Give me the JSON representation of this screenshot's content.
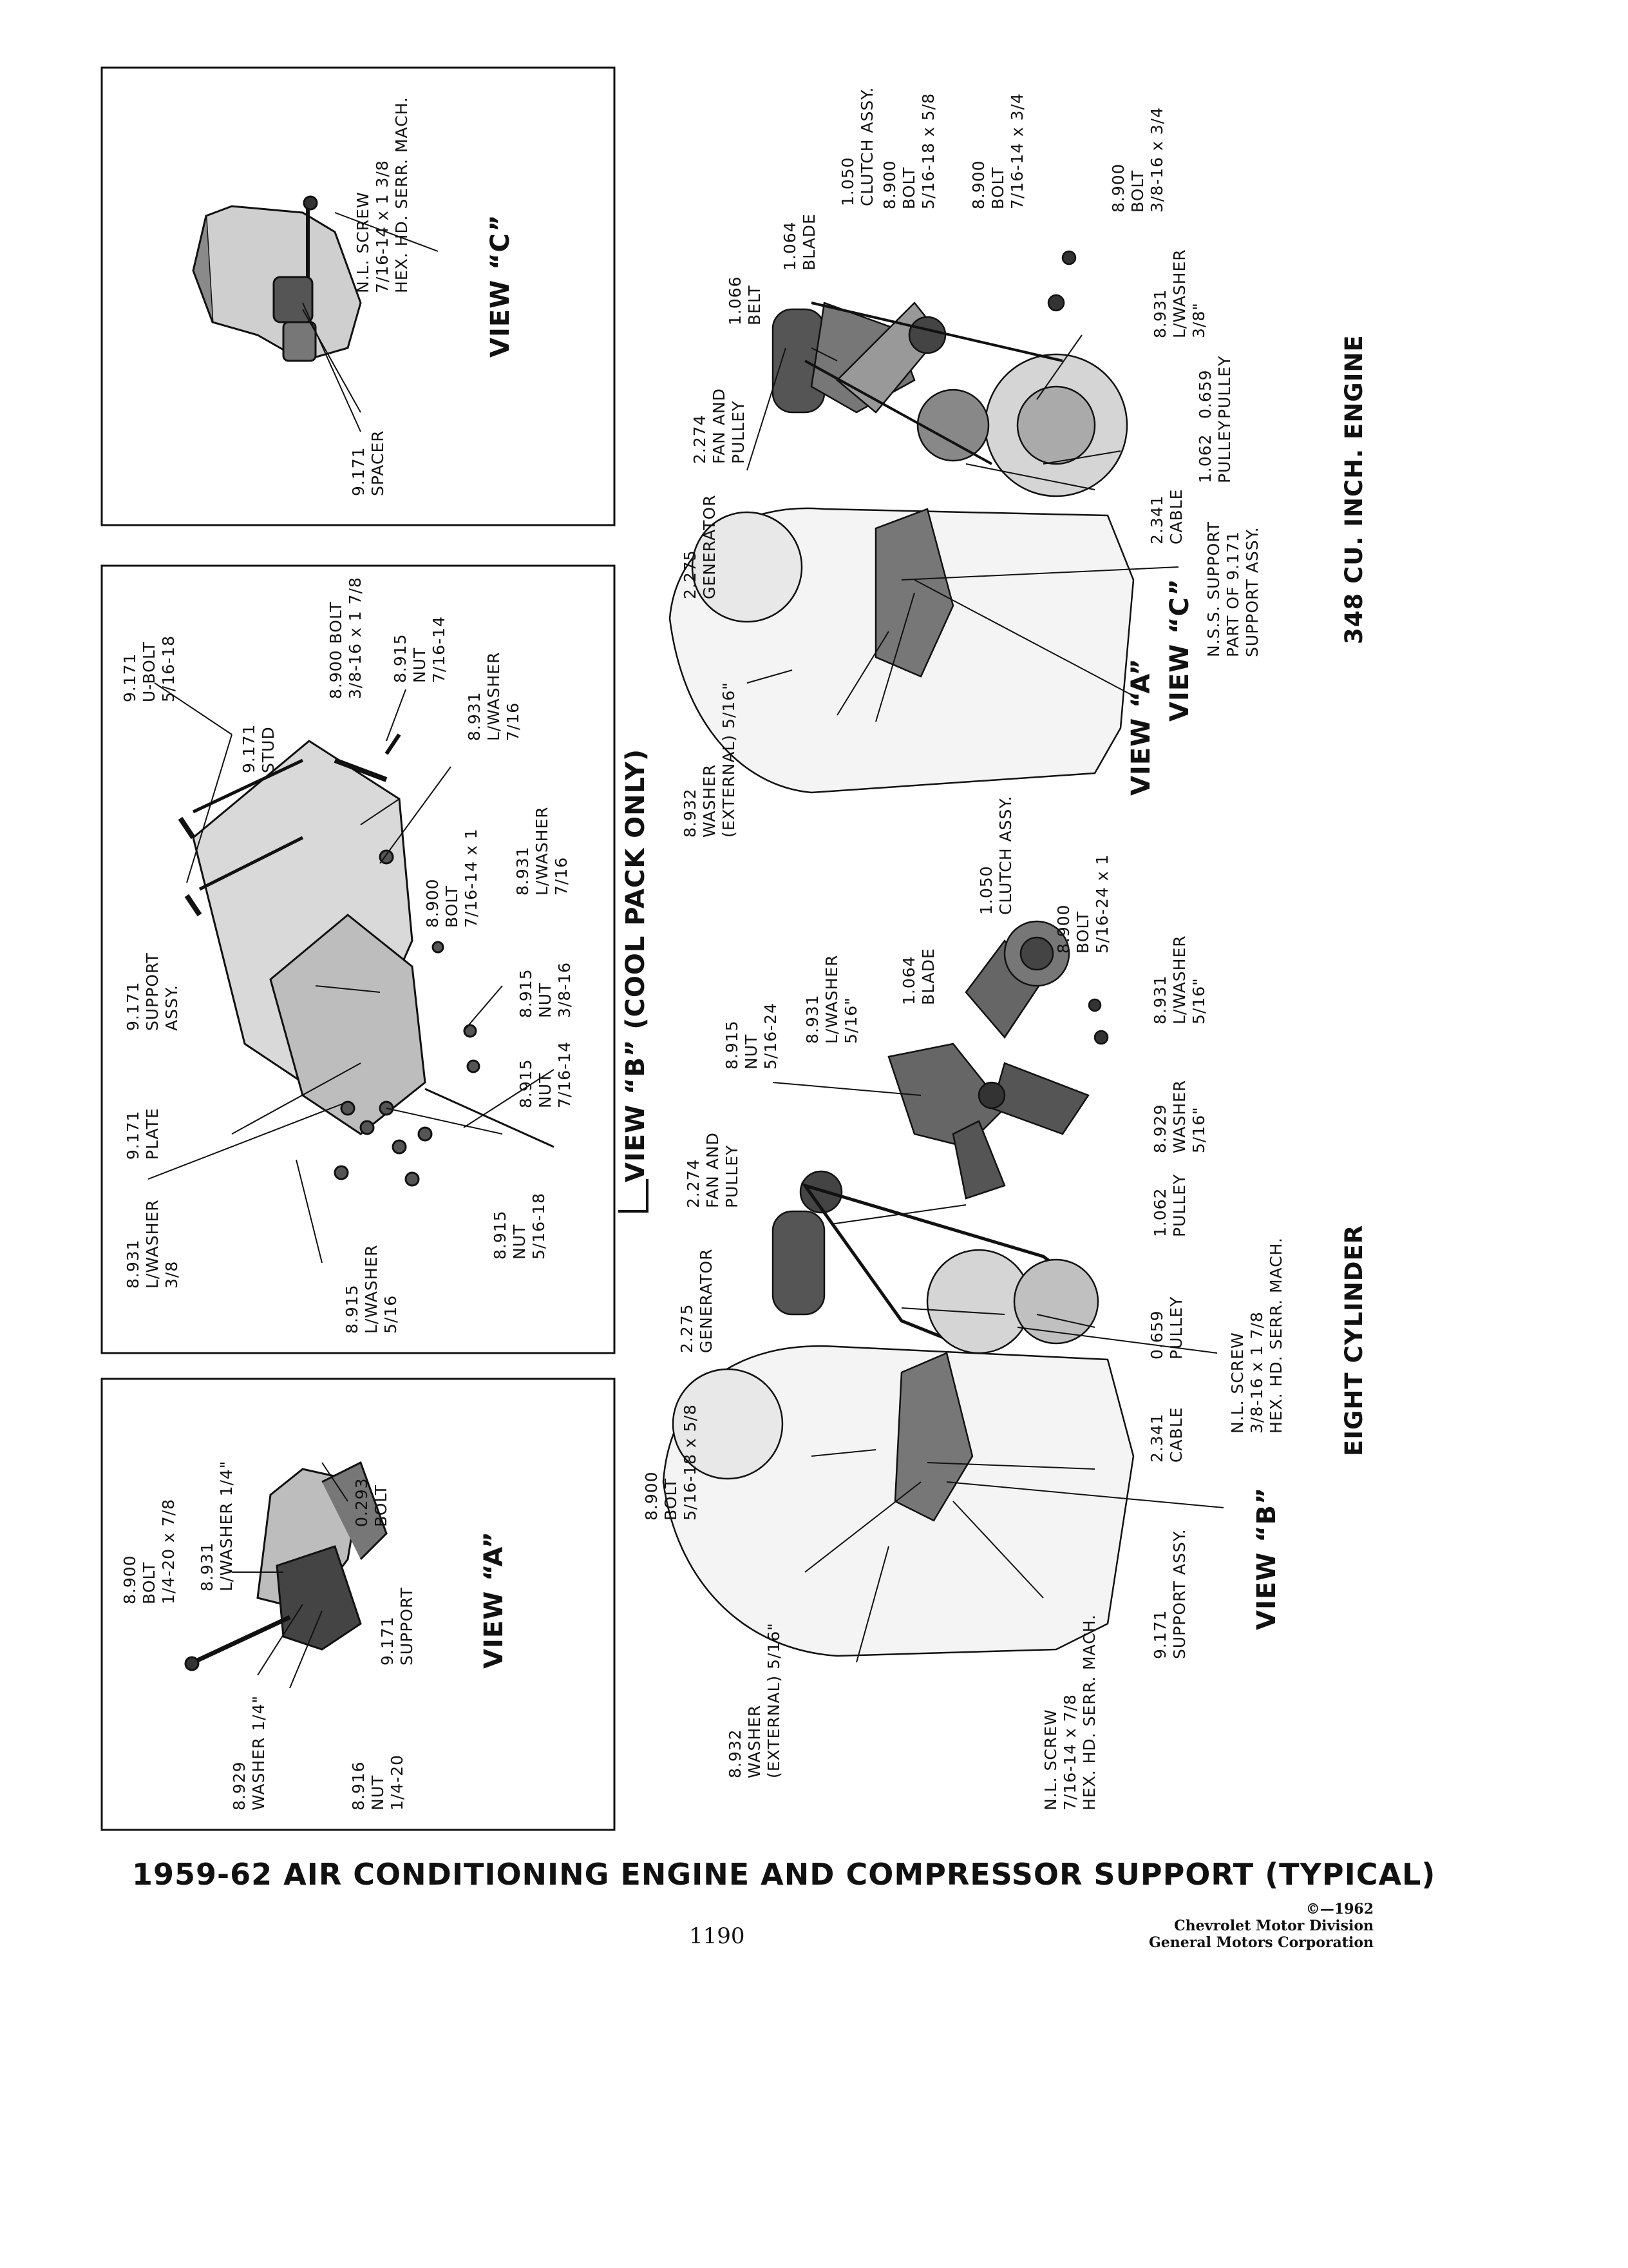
{
  "title": "1959-62 AIR CONDITIONING ENGINE AND COMPRESSOR SUPPORT (TYPICAL)",
  "page_number": "1190",
  "copyright": {
    "line1": "©—1962",
    "line2": "Chevrolet Motor Division",
    "line3": "General Motors Corporation"
  },
  "section_labels": {
    "engine_348": "348 CU. INCH. ENGINE",
    "eight_cylinder": "EIGHT CYLINDER"
  },
  "view_titles": {
    "view_c_box": "VIEW “C”",
    "view_b_box": "VIEW “B” (COOL PACK ONLY)",
    "view_a_box": "VIEW “A”",
    "view_a_ref_upper": "VIEW “A”",
    "view_c_ref_upper": "VIEW “C”",
    "view_b_ref_lower": "VIEW “B”"
  },
  "callouts": {
    "vc_screw": [
      "N.L. SCREW",
      "7/16-14 x 1 3/8",
      "HEX. HD. SERR. MACH."
    ],
    "vc_spacer": [
      "9.171",
      "SPACER"
    ],
    "vb_ubolt": [
      "9.171",
      "U-BOLT",
      "5/16-18"
    ],
    "vb_bolt_top": [
      "8.900 BOLT",
      "3/8-16 x 1 7/8"
    ],
    "vb_nut_top": [
      "8.915",
      "NUT",
      "7/16-14"
    ],
    "vb_lwasher_top": [
      "8.931",
      "L/WASHER",
      "7/16"
    ],
    "vb_stud": [
      "9.171",
      "STUD"
    ],
    "vb_lwasher_mid": [
      "8.931",
      "L/WASHER",
      "7/16"
    ],
    "vb_bolt_mid": [
      "8.900",
      "BOLT",
      "7/16-14 x 1"
    ],
    "vb_support": [
      "9.171",
      "SUPPORT",
      "ASSY."
    ],
    "vb_nut_mid": [
      "8.915",
      "NUT",
      "3/8-16"
    ],
    "vb_plate": [
      "9.171",
      "PLATE"
    ],
    "vb_nut_low": [
      "8.915",
      "NUT",
      "7/16-14"
    ],
    "vb_lwasher_left": [
      "8.931",
      "L/WASHER",
      "3/8"
    ],
    "vb_lwasher_bottom": [
      "8.915",
      "L/WASHER",
      "5/16"
    ],
    "vb_nut_bottom": [
      "8.915",
      "NUT",
      "5/16-18"
    ],
    "va_bolt": [
      "8.900",
      "BOLT",
      "1/4-20 x 7/8"
    ],
    "va_lwasher": [
      "8.931",
      "L/WASHER 1/4\""
    ],
    "va_bolt_right": [
      "0.293",
      "BOLT"
    ],
    "va_support": [
      "9.171",
      "SUPPORT"
    ],
    "va_nut": [
      "8.916",
      "NUT",
      "1/4-20"
    ],
    "va_washer": [
      "8.929",
      "WASHER 1/4\""
    ],
    "u_clutch": [
      "1.050",
      "CLUTCH ASSY."
    ],
    "u_bolt1": [
      "8.900",
      "BOLT",
      "5/16-18 x 5/8"
    ],
    "u_bolt2": [
      "8.900",
      "BOLT",
      "7/16-14 x 3/4"
    ],
    "u_bolt3": [
      "8.900",
      "BOLT",
      "3/8-16 x 3/4"
    ],
    "u_lwasher": [
      "8.931",
      "L/WASHER",
      "3/8\""
    ],
    "u_blade": [
      "1.064",
      "BLADE"
    ],
    "u_belt": [
      "1.066",
      "BELT"
    ],
    "u_fan": [
      "2.274",
      "FAN AND",
      "PULLEY"
    ],
    "u_generator": [
      "2.275",
      "GENERATOR"
    ],
    "u_washer_ext": [
      "8.932",
      "WASHER",
      "(EXTERNAL) 5/16\""
    ],
    "u_cable": [
      "2.341",
      "CABLE"
    ],
    "u_pulley_1062": [
      "1.062",
      "PULLEY"
    ],
    "u_pulley_0659": [
      "0.659",
      "PULLEY"
    ],
    "u_nss": [
      "N.S.S. SUPPORT",
      "PART OF 9.171",
      "SUPPORT ASSY."
    ],
    "l_clutch": [
      "1.050",
      "CLUTCH ASSY."
    ],
    "l_bolt": [
      "8.900",
      "BOLT",
      "5/16-24 x 1"
    ],
    "l_lwasher": [
      "8.931",
      "L/WASHER",
      "5/16\""
    ],
    "l_washer": [
      "8.929",
      "WASHER",
      "5/16\""
    ],
    "l_blade": [
      "1.064",
      "BLADE"
    ],
    "l_lwasher2": [
      "8.931",
      "L/WASHER",
      "5/16\""
    ],
    "l_nut": [
      "8.915",
      "NUT",
      "5/16-24"
    ],
    "l_fan": [
      "2.274",
      "FAN AND",
      "PULLEY"
    ],
    "l_pulley_1062": [
      "1.062",
      "PULLEY"
    ],
    "l_generator": [
      "2.275",
      "GENERATOR"
    ],
    "l_pulley_0659": [
      "0.659",
      "PULLEY"
    ],
    "l_screw_top": [
      "N.L. SCREW",
      "3/8-16 x 1 7/8",
      "HEX. HD. SERR. MACH."
    ],
    "l_cable": [
      "2.341",
      "CABLE"
    ],
    "l_bolt2": [
      "8.900",
      "BOLT",
      "5/16-18 x 5/8"
    ],
    "l_support": [
      "9.171",
      "SUPPORT ASSY."
    ],
    "l_washer_ext": [
      "8.932",
      "WASHER",
      "(EXTERNAL) 5/16\""
    ],
    "l_screw_bottom": [
      "N.L. SCREW",
      "7/16-14 x 7/8",
      "HEX. HD. SERR. MACH."
    ]
  }
}
